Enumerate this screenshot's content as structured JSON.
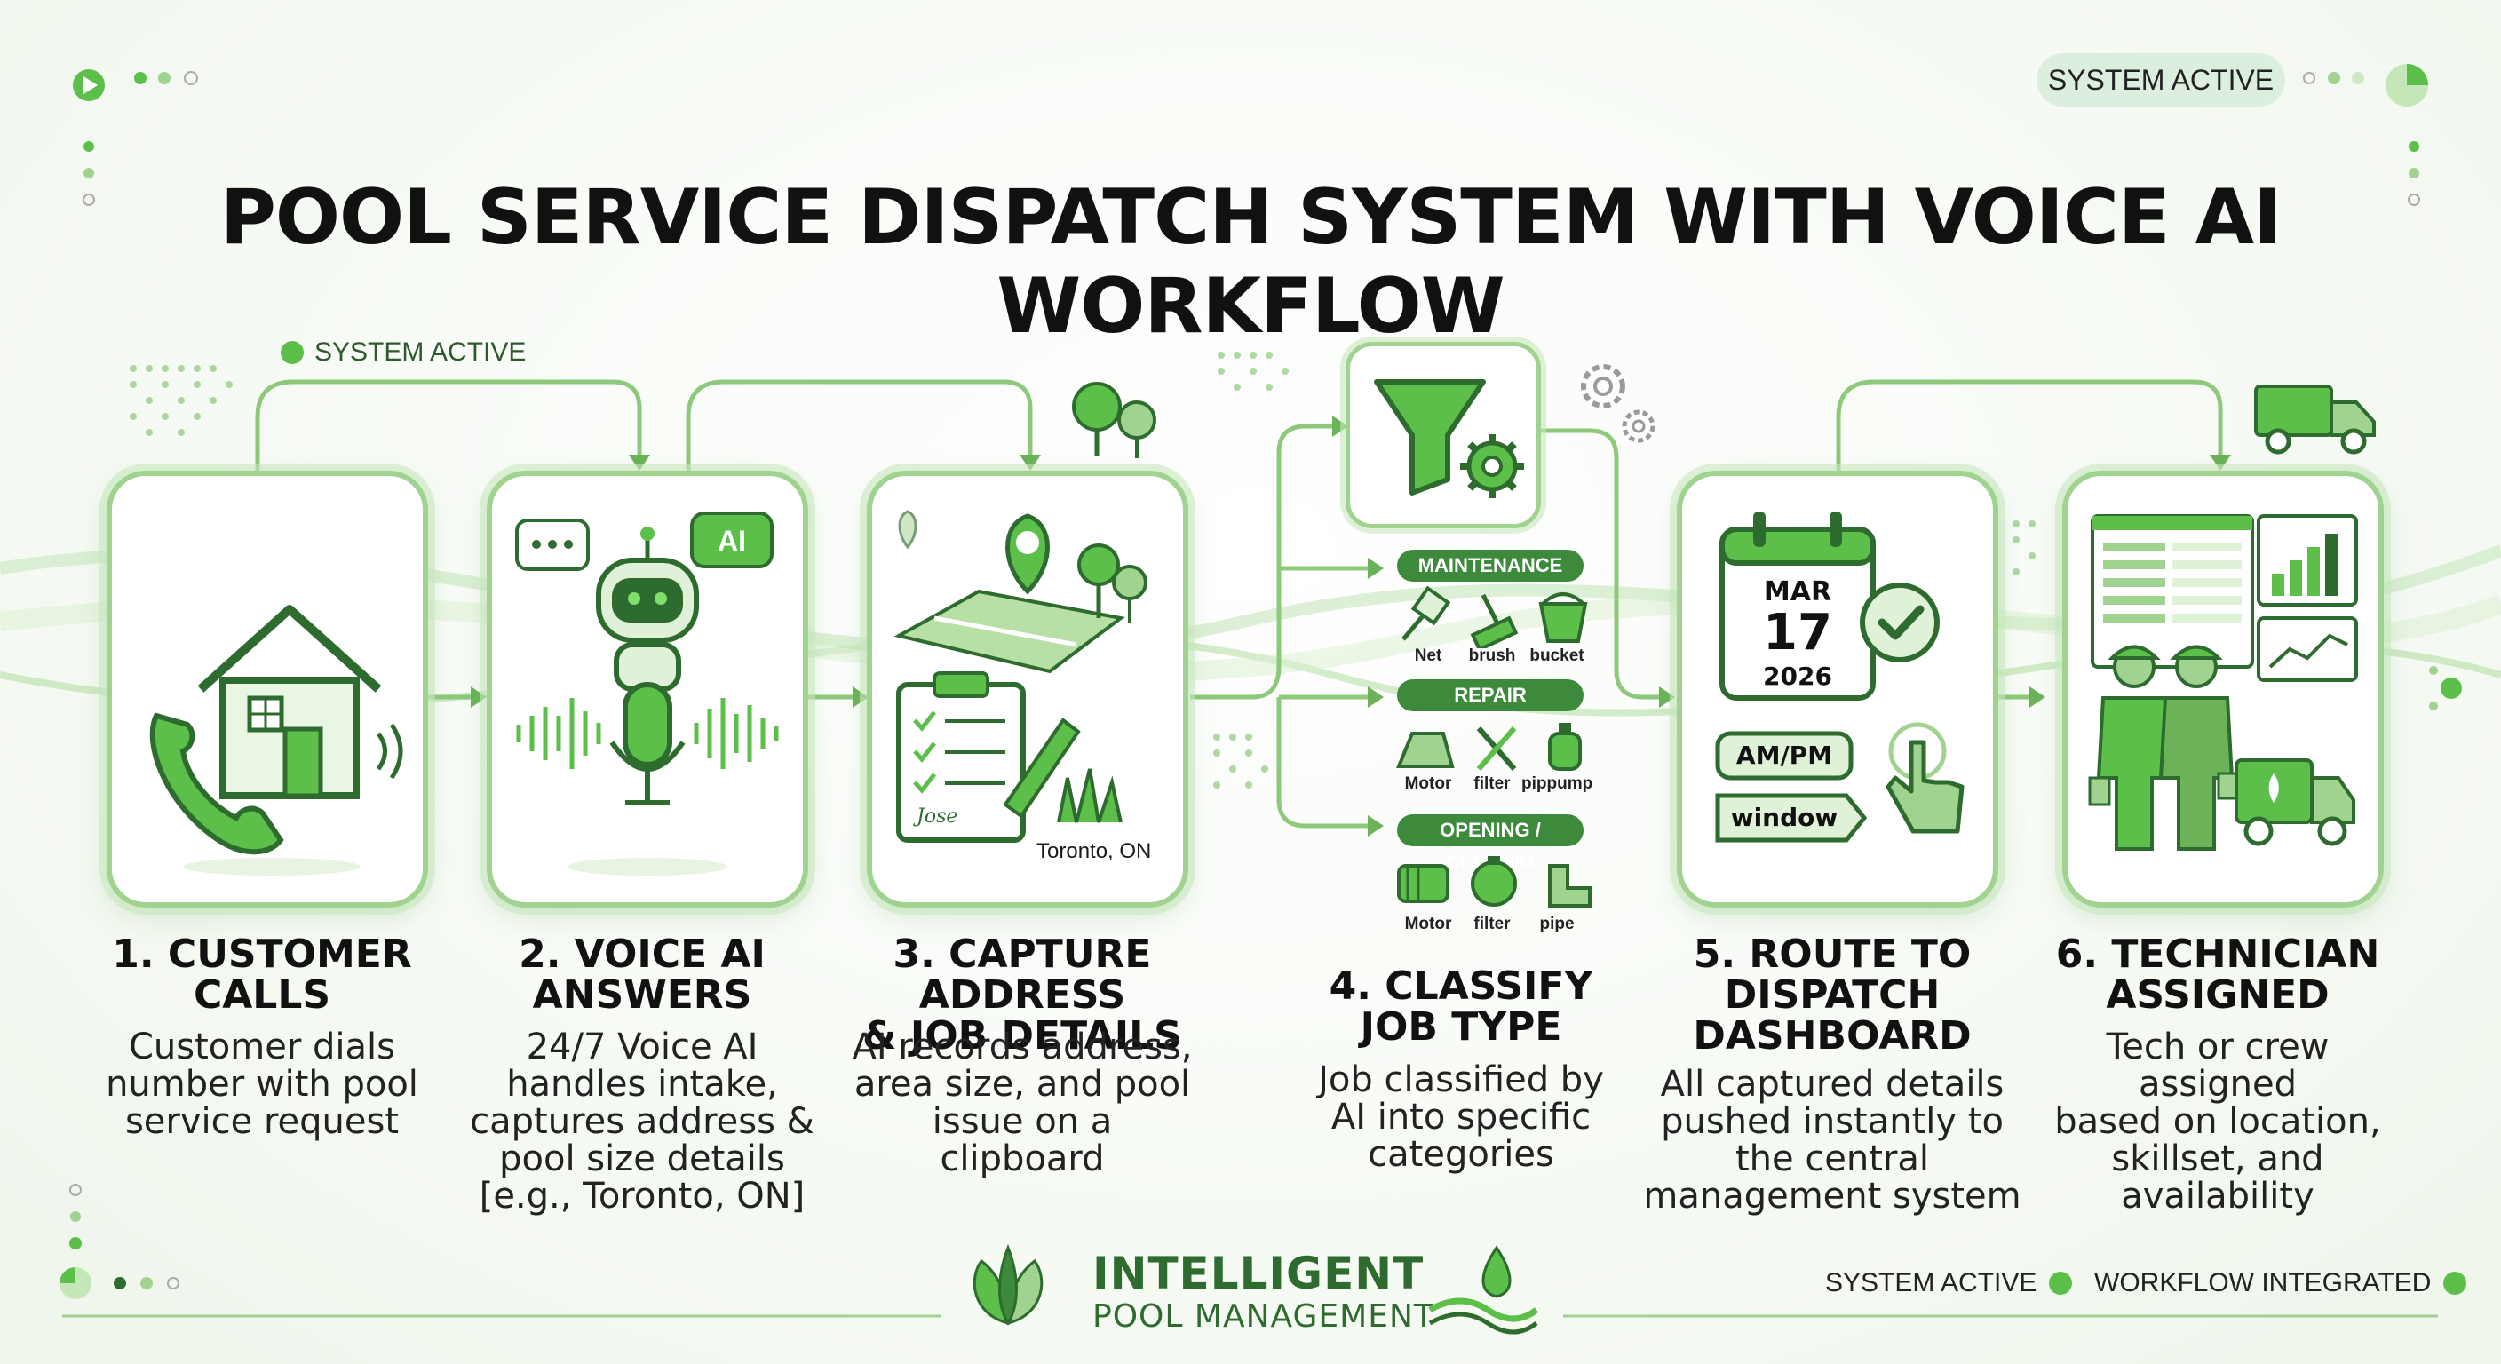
{
  "title": "POOL SERVICE DISPATCH SYSTEM WITH VOICE AI WORKFLOW",
  "top_status": "SYSTEM ACTIVE",
  "flow_status": "SYSTEM ACTIVE",
  "steps": [
    {
      "title": "1. CUSTOMER\nCALLS",
      "desc": "Customer dials\nnumber with pool\nservice request"
    },
    {
      "title": "2. VOICE AI\nANSWERS",
      "desc": "24/7 Voice AI\nhandles intake,\ncaptures address &\npool size details\n[e.g., Toronto, ON]"
    },
    {
      "title": "3. CAPTURE ADDRESS\n& JOB DETAILS",
      "desc": "AI records address,\narea size, and pool\nissue on a clipboard"
    },
    {
      "title": "4. CLASSIFY\nJOB TYPE",
      "desc": "Job classified by\nAI into specific\ncategories"
    },
    {
      "title": "5. ROUTE TO\nDISPATCH\nDASHBOARD",
      "desc": "All captured details\npushed instantly to\nthe central\nmanagement system"
    },
    {
      "title": "6. TECHNICIAN\nASSIGNED",
      "desc": "Tech or crew\nassigned\nbased on location,\nskillset, and\navailability"
    }
  ],
  "card_labels": {
    "ai_bubble": "AI",
    "location": "Toronto, ON",
    "signature": "Jose",
    "calendar_month": "MAR",
    "calendar_day": "17",
    "calendar_year": "2026",
    "ampm": "AM/PM",
    "window": "window"
  },
  "categories": [
    {
      "label": "MAINTENANCE",
      "items": [
        "Net",
        "brush",
        "bucket"
      ]
    },
    {
      "label": "REPAIR",
      "items": [
        "Motor",
        "filter",
        "pippump"
      ]
    },
    {
      "label": "OPENING / CLOSING",
      "items": [
        "Motor",
        "filter",
        "pipe"
      ]
    }
  ],
  "brand": {
    "line1": "INTELLIGENT",
    "line2": "POOL MANAGEMENT"
  },
  "footer": {
    "status_1": "SYSTEM ACTIVE",
    "status_2": "WORKFLOW INTEGRATED"
  },
  "colors": {
    "primary": "#3d8a3d",
    "accent": "#5bbf4a",
    "light": "#9fd38f"
  },
  "icons": [
    "phone-icon",
    "house-icon",
    "robot-icon",
    "microphone-icon",
    "map-pin-icon",
    "clipboard-icon",
    "funnel-icon",
    "gear-icon",
    "calendar-icon",
    "check-icon",
    "hand-pointer-icon",
    "dashboard-icon",
    "technician-icon",
    "truck-icon",
    "tree-icon",
    "leaf-logo-icon"
  ]
}
